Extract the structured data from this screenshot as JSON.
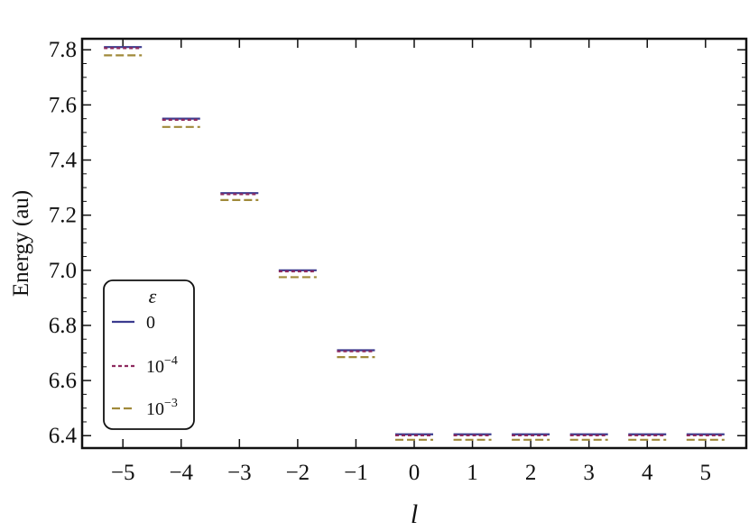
{
  "chart_data": {
    "type": "line",
    "xlabel": "l",
    "ylabel": "Energy (au)",
    "x": [
      -5,
      -4,
      -3,
      -2,
      -1,
      0,
      1,
      2,
      3,
      4,
      5
    ],
    "x_tick_labels": [
      "−5",
      "−4",
      "−3",
      "−2",
      "−1",
      "0",
      "1",
      "2",
      "3",
      "4",
      "5"
    ],
    "y_ticks": [
      6.4,
      6.6,
      6.8,
      7.0,
      7.2,
      7.4,
      7.6,
      7.8
    ],
    "y_tick_labels": [
      "6.4",
      "6.6",
      "6.8",
      "7.0",
      "7.2",
      "7.4",
      "7.6",
      "7.8"
    ],
    "xlim": [
      -5.7,
      5.7
    ],
    "ylim": [
      6.355,
      7.84
    ],
    "legend": {
      "title": "ε",
      "position": "lower-left",
      "entries": [
        {
          "label": "0",
          "base": "0",
          "exp": "",
          "style": "solid"
        },
        {
          "label": "10^-4",
          "base": "10",
          "exp": "−4",
          "style": "dotted"
        },
        {
          "label": "10^-3",
          "base": "10",
          "exp": "−3",
          "style": "dashed"
        }
      ]
    },
    "series": [
      {
        "name": "0",
        "color": "#3b3b8f",
        "style": "solid",
        "values": [
          7.81,
          7.55,
          7.28,
          7.0,
          6.71,
          6.405,
          6.405,
          6.405,
          6.405,
          6.405,
          6.405
        ]
      },
      {
        "name": "10^-4",
        "color": "#8e2a5f",
        "style": "dotted",
        "values": [
          7.806,
          7.546,
          7.276,
          6.996,
          6.706,
          6.401,
          6.401,
          6.401,
          6.401,
          6.401,
          6.401
        ]
      },
      {
        "name": "10^-3",
        "color": "#a08a3a",
        "style": "dashed",
        "values": [
          7.78,
          7.52,
          7.255,
          6.975,
          6.685,
          6.385,
          6.385,
          6.385,
          6.385,
          6.385,
          6.385
        ]
      }
    ]
  }
}
